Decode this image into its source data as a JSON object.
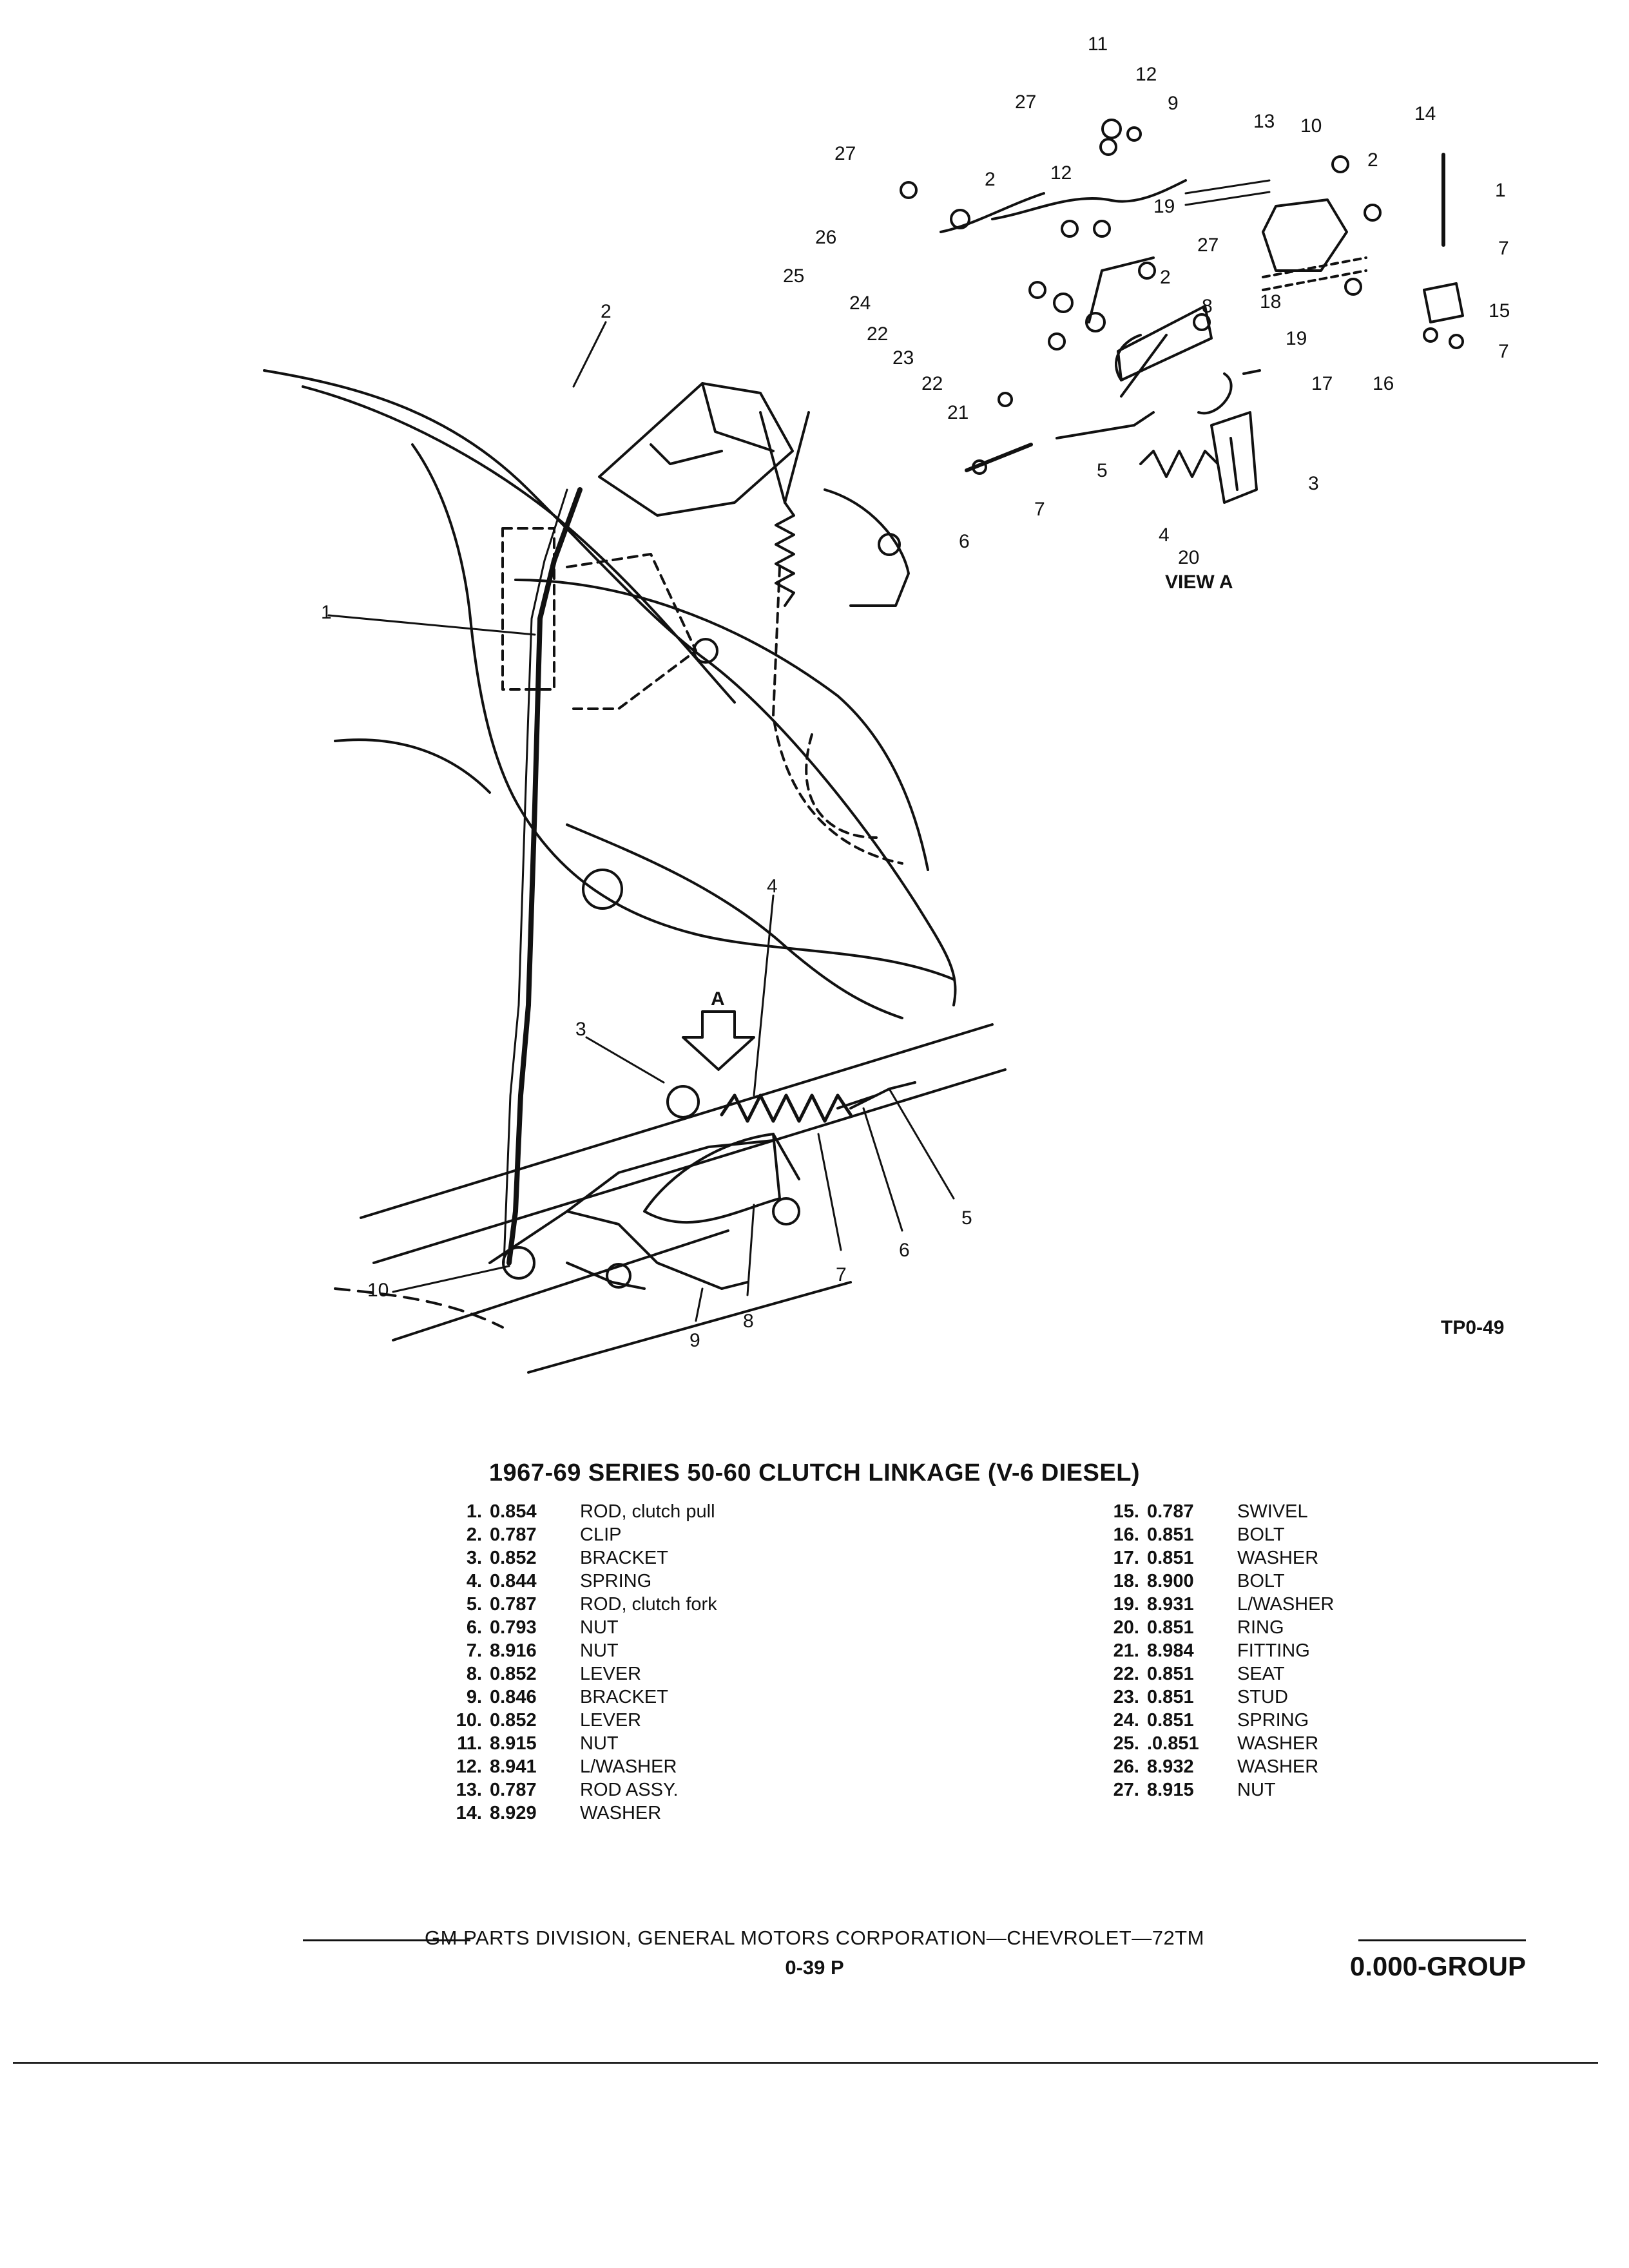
{
  "figure_id": "TP0-49",
  "view_label": "VIEW A",
  "view_marker": "A",
  "title": "1967-69 SERIES 50-60 CLUTCH LINKAGE (V-6 DIESEL)",
  "parts_left": [
    {
      "n": "1.",
      "code": "0.854",
      "desc": "ROD, clutch pull"
    },
    {
      "n": "2.",
      "code": "0.787",
      "desc": "CLIP"
    },
    {
      "n": "3.",
      "code": "0.852",
      "desc": "BRACKET"
    },
    {
      "n": "4.",
      "code": "0.844",
      "desc": "SPRING"
    },
    {
      "n": "5.",
      "code": "0.787",
      "desc": "ROD, clutch fork"
    },
    {
      "n": "6.",
      "code": "0.793",
      "desc": "NUT"
    },
    {
      "n": "7.",
      "code": "8.916",
      "desc": "NUT"
    },
    {
      "n": "8.",
      "code": "0.852",
      "desc": "LEVER"
    },
    {
      "n": "9.",
      "code": "0.846",
      "desc": "BRACKET"
    },
    {
      "n": "10.",
      "code": "0.852",
      "desc": "LEVER"
    },
    {
      "n": "11.",
      "code": "8.915",
      "desc": "NUT"
    },
    {
      "n": "12.",
      "code": "8.941",
      "desc": "L/WASHER"
    },
    {
      "n": "13.",
      "code": "0.787",
      "desc": "ROD ASSY."
    },
    {
      "n": "14.",
      "code": "8.929",
      "desc": "WASHER"
    }
  ],
  "parts_right": [
    {
      "n": "15.",
      "code": "0.787",
      "desc": "SWIVEL"
    },
    {
      "n": "16.",
      "code": "0.851",
      "desc": "BOLT"
    },
    {
      "n": "17.",
      "code": "0.851",
      "desc": "WASHER"
    },
    {
      "n": "18.",
      "code": "8.900",
      "desc": "BOLT"
    },
    {
      "n": "19.",
      "code": "8.931",
      "desc": "L/WASHER"
    },
    {
      "n": "20.",
      "code": "0.851",
      "desc": "RING"
    },
    {
      "n": "21.",
      "code": "8.984",
      "desc": "FITTING"
    },
    {
      "n": "22.",
      "code": "0.851",
      "desc": "SEAT"
    },
    {
      "n": "23.",
      "code": "0.851",
      "desc": "STUD"
    },
    {
      "n": "24.",
      "code": "0.851",
      "desc": "SPRING"
    },
    {
      "n": "25.",
      "code": ".0.851",
      "desc": "WASHER"
    },
    {
      "n": "26.",
      "code": "8.932",
      "desc": "WASHER"
    },
    {
      "n": "27.",
      "code": "8.915",
      "desc": "NUT"
    }
  ],
  "footer": {
    "text": "GM PARTS DIVISION, GENERAL MOTORS CORPORATION—CHEVROLET—72TM",
    "page": "0-39 P",
    "group": "0.000-GROUP"
  },
  "colors": {
    "ink": "#111111",
    "paper": "#ffffff"
  }
}
